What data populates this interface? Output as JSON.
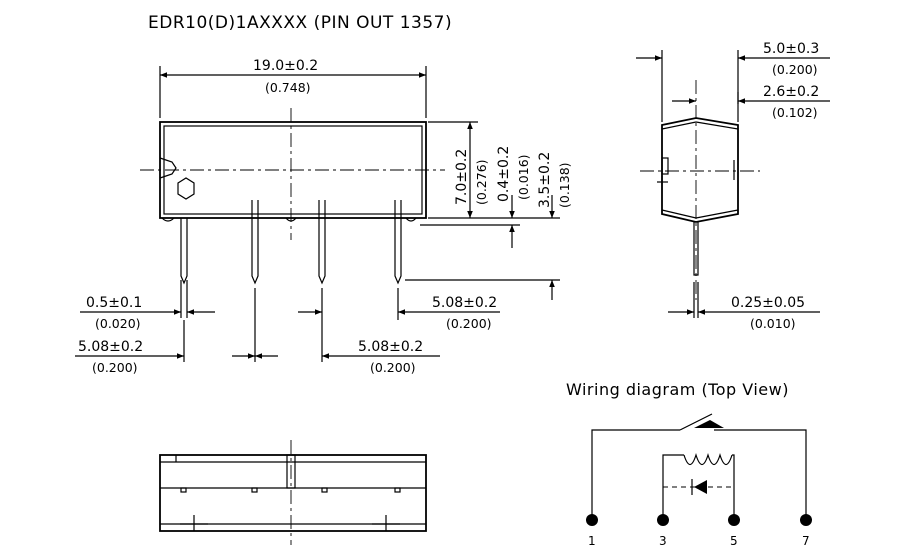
{
  "title": "EDR10(D)1AXXXX (PIN OUT 1357)",
  "front_view": {
    "length": {
      "value": "19.0±0.2",
      "inch": "(0.748)"
    },
    "height": {
      "value": "7.0±0.2",
      "inch": "(0.276)"
    },
    "standoff": {
      "value": "0.4±0.2",
      "inch": "(0.016)"
    },
    "pin_length": {
      "value": "3.5±0.2",
      "inch": "(0.138)"
    },
    "pin_width": {
      "value": "0.5±0.1",
      "inch": "(0.020)"
    },
    "pitch_right": {
      "value": "5.08±0.2",
      "inch": "(0.200)"
    },
    "pitch_left": {
      "value": "5.08±0.2",
      "inch": "(0.200)"
    },
    "pitch_mid": {
      "value": "5.08±0.2",
      "inch": "(0.200)"
    }
  },
  "side_view": {
    "width": {
      "value": "5.0±0.3",
      "inch": "(0.200)"
    },
    "pin_row": {
      "value": "2.6±0.2",
      "inch": "(0.102)"
    },
    "pin_thickness": {
      "value": "0.25±0.05",
      "inch": "(0.010)"
    }
  },
  "wiring": {
    "title": "Wiring diagram (Top View)",
    "pins": [
      "1",
      "3",
      "5",
      "7"
    ]
  }
}
